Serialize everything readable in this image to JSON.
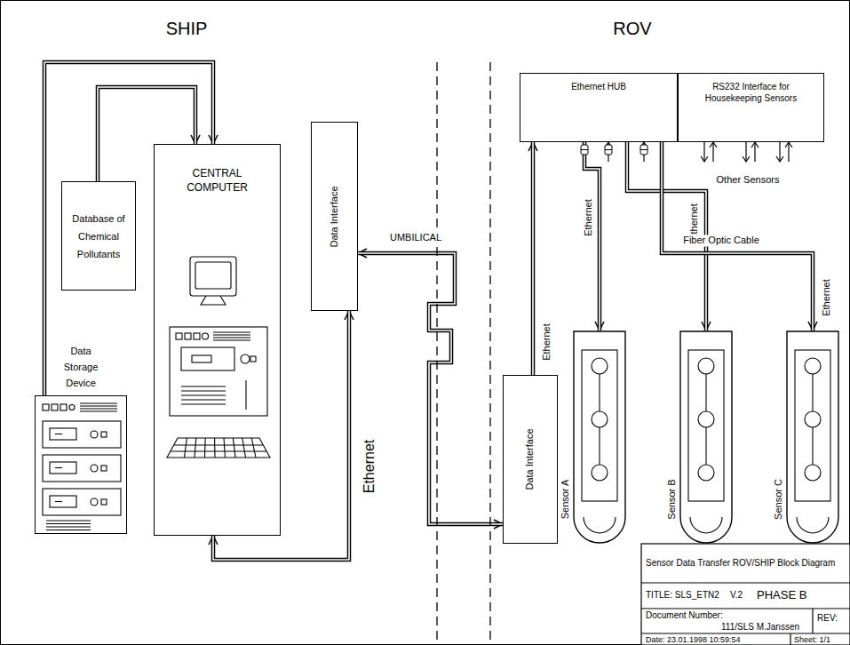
{
  "diagram": {
    "nodes": [
      {
        "text": [
          "Database of Chemical Pollutants"
        ]
      },
      {
        "text": [
          "CENTRAL COMPUTER"
        ]
      },
      {
        "text": [
          "Data Storage Device"
        ]
      },
      {
        "text": [
          "Data Interface"
        ]
      },
      {
        "text": [
          "Ethernet HUB"
        ]
      },
      {
        "text": [
          "RS232 Interface for Housekeeping Sensors"
        ]
      },
      {
        "text": [
          "Data Interface"
        ]
      },
      {
        "text": [
          "Sensor A"
        ]
      },
      {
        "text": [
          "Sensor B"
        ]
      },
      {
        "text": [
          "Sensor C"
        ]
      }
    ],
    "edges": [
      {
        "from": 2,
        "to": 1,
        "arrow": "to"
      },
      {
        "from": 0,
        "to": 1,
        "arrow": "to"
      },
      {
        "from": 1,
        "to": 3,
        "arrow": "both",
        "label": "Ethernet"
      },
      {
        "from": 6,
        "to": 3,
        "arrow": "both",
        "label": "UMBILICAL"
      },
      {
        "from": 6,
        "to": 4,
        "arrow": "to",
        "label": "Ethernet"
      },
      {
        "from": 4,
        "to": 7,
        "arrow": "to",
        "label": "Ethernet"
      },
      {
        "from": 4,
        "to": 8,
        "arrow": "to",
        "label": "Ethernet"
      },
      {
        "from": 4,
        "to": 9,
        "arrow": "to",
        "label": "Fiber Optic Cable"
      }
    ],
    "labels": [
      "SHIP",
      "ROV",
      "Other Sensors",
      "Ethernet",
      "Sensor Data Transfer ROV/SHIP Block Diagram",
      "TITLE: SLS_ETN2",
      "V.2",
      "PHASE B",
      "Document Number:",
      "111/SLS M.Janssen",
      "REV:",
      "Date: 23.01.1998 10:59:54",
      "Sheet: 1/1"
    ]
  }
}
